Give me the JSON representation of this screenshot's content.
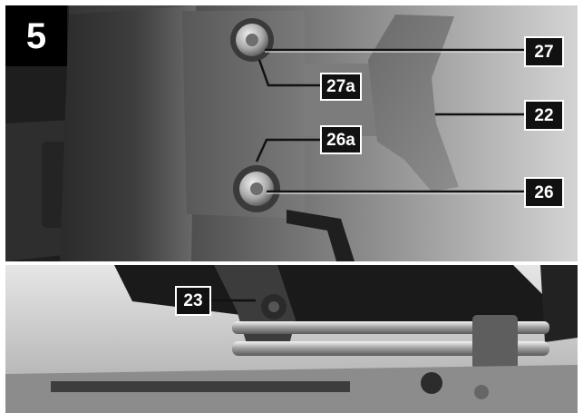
{
  "figure": {
    "number": "5"
  },
  "callouts": {
    "c27": "27",
    "c27a": "27a",
    "c22": "22",
    "c26a": "26a",
    "c26": "26",
    "c23": "23"
  },
  "colors": {
    "label_background": "#111111",
    "label_text": "#ffffff",
    "leader_line": "#111111"
  }
}
